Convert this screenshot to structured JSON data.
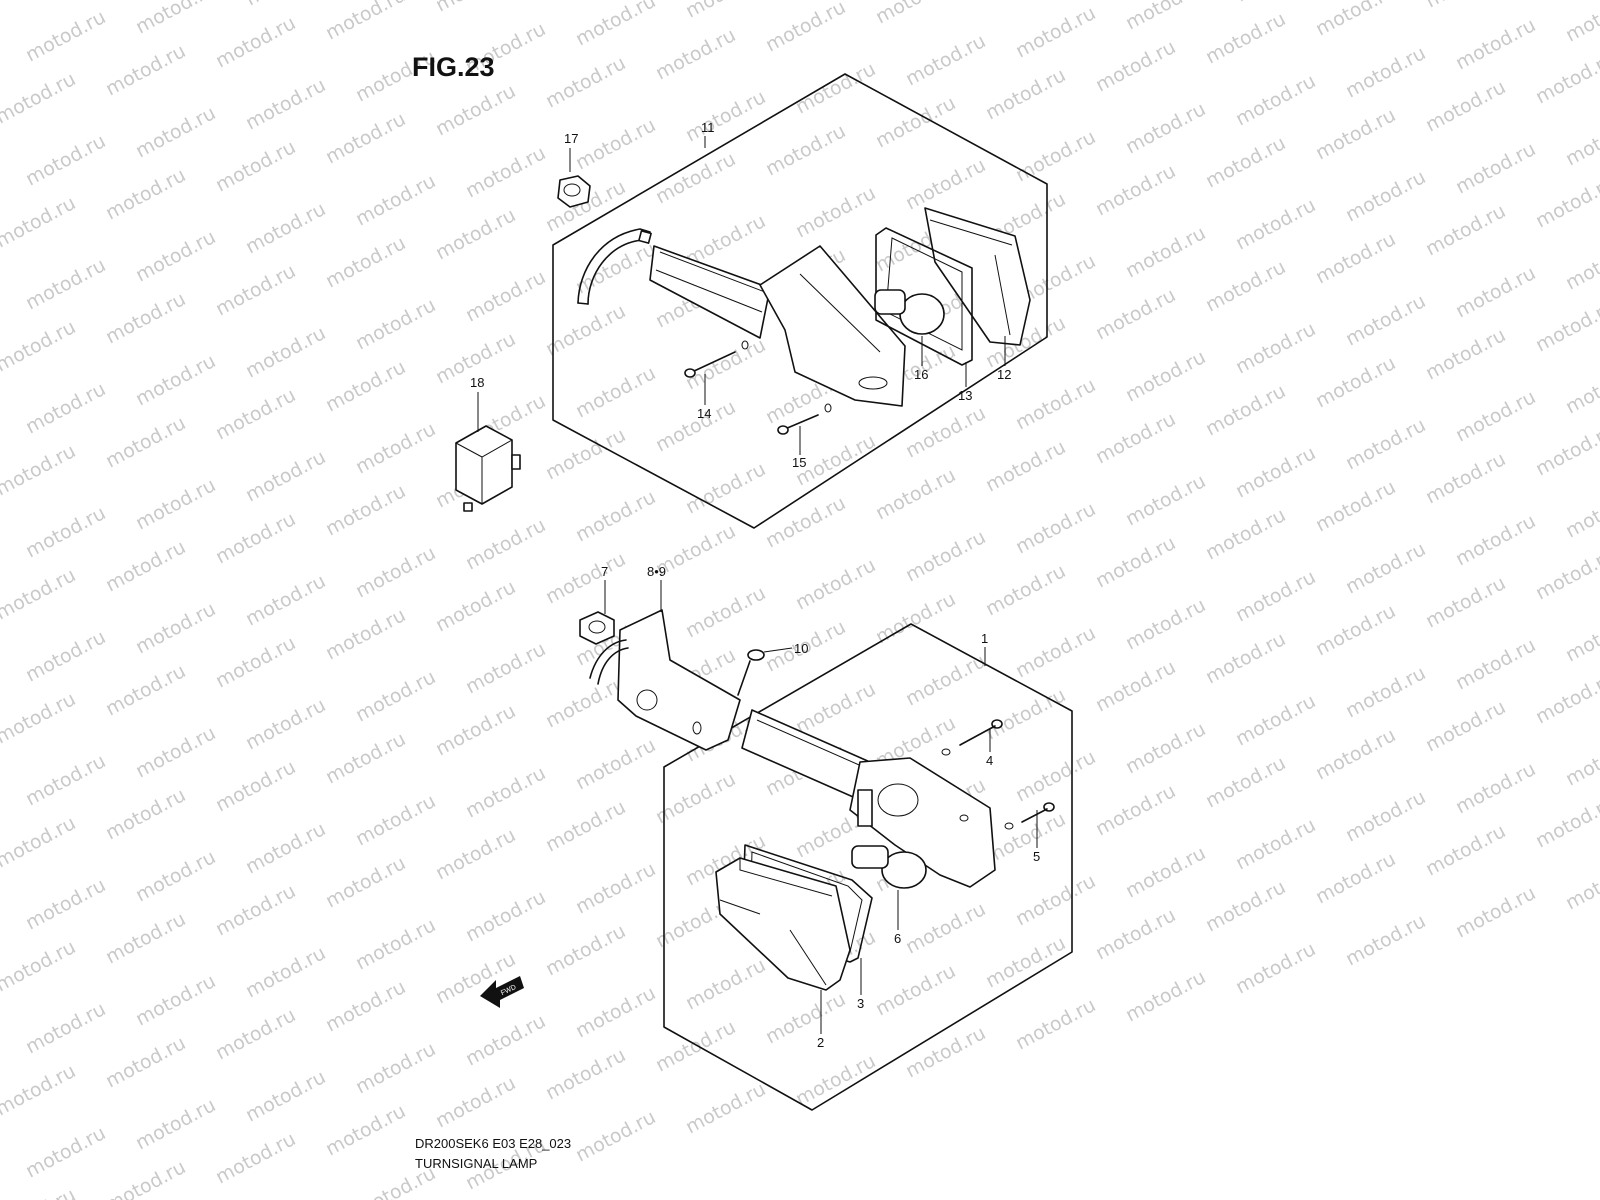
{
  "figure": {
    "title": "FIG.23",
    "model_code": "DR200SEK6 E03 E28_023",
    "caption": "TURNSIGNAL LAMP",
    "watermark": "motod.ru"
  },
  "callouts": {
    "c1": "1",
    "c2": "2",
    "c3": "3",
    "c4": "4",
    "c5": "5",
    "c6": "6",
    "c7": "7",
    "c8_9": "8•9",
    "c10": "10",
    "c11": "11",
    "c12": "12",
    "c13": "13",
    "c14": "14",
    "c15": "15",
    "c16": "16",
    "c17": "17",
    "c18": "18"
  },
  "fwd_arrow_text": "FWD",
  "colors": {
    "line": "#111111",
    "watermark": "#c9c9c9",
    "background": "#ffffff"
  }
}
